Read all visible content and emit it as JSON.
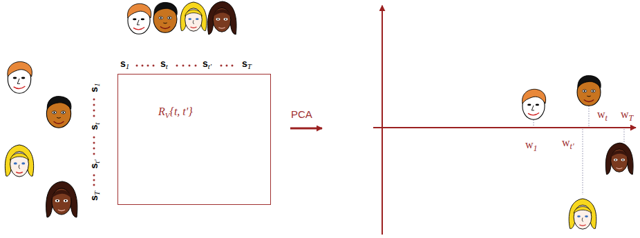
{
  "diagram": {
    "nodes": [
      {
        "text": [
          "RV{t, t'}"
        ]
      }
    ],
    "labels": [
      "s1",
      "st",
      "st'",
      "sT",
      "s1",
      "st",
      "st'",
      "sT",
      "PCA",
      "w1",
      "wt'",
      "wt",
      "wT"
    ]
  }
}
